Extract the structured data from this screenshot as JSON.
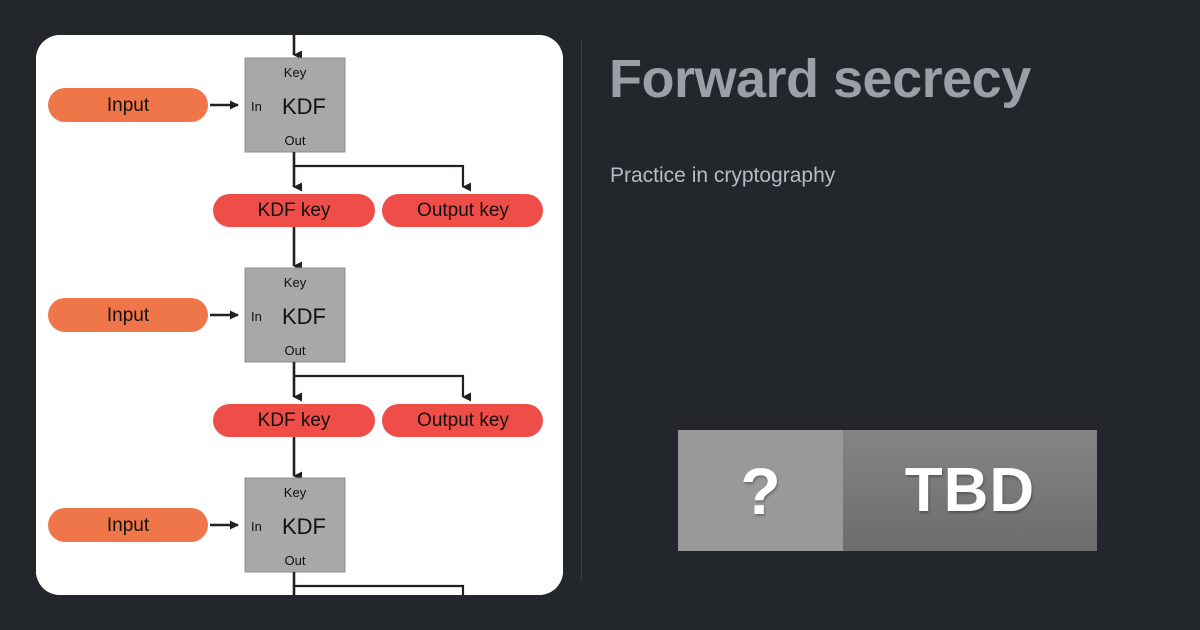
{
  "page": {
    "background_color": "#23272c"
  },
  "header": {
    "title": "Forward secrecy",
    "subtitle": "Practice in cryptography"
  },
  "badge": {
    "question_mark": "?",
    "label": "TBD",
    "left_color": "#999999",
    "right_color": "#7a7a7a",
    "text_color": "#ffffff"
  },
  "colors": {
    "card_background": "#ffffff",
    "title_text": "#9aa0a6",
    "subtitle_text": "#b6bcc3",
    "divider": "#3a4046",
    "input_pill": "#ef7649",
    "key_pill": "#ef4d48",
    "kdf_box": "#a8a8a8",
    "connector": "#231f20"
  },
  "diagram": {
    "title": "KDF chain diagram",
    "stages": [
      {
        "input_label": "Input",
        "kdf_label": "KDF",
        "port_key": "Key",
        "port_in": "In",
        "port_out": "Out",
        "output_a": "KDF key",
        "output_b": "Output key"
      },
      {
        "input_label": "Input",
        "kdf_label": "KDF",
        "port_key": "Key",
        "port_in": "In",
        "port_out": "Out",
        "output_a": "KDF key",
        "output_b": "Output key"
      },
      {
        "input_label": "Input",
        "kdf_label": "KDF",
        "port_key": "Key",
        "port_in": "In",
        "port_out": "Out",
        "output_a": "",
        "output_b": ""
      }
    ]
  }
}
